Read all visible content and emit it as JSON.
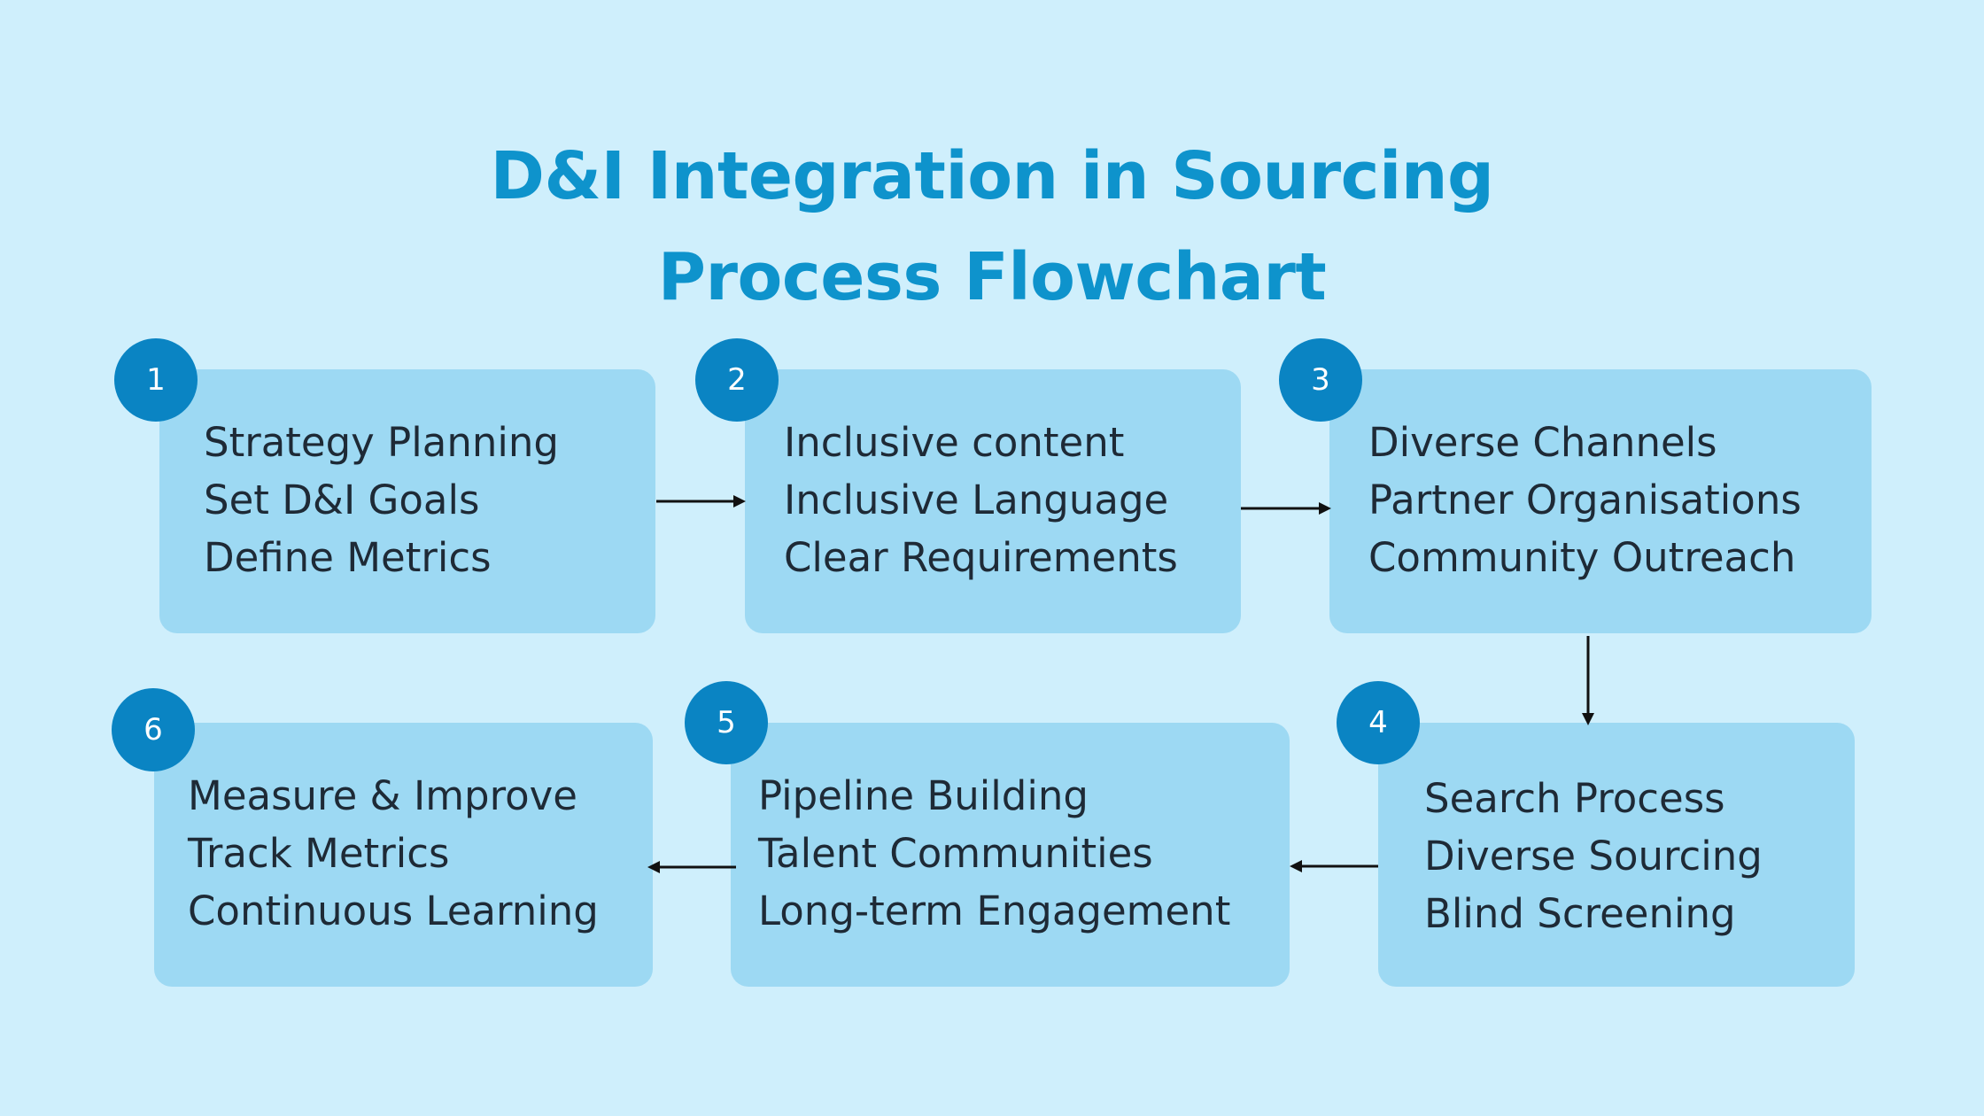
{
  "title": {
    "line1": "D&I Integration in Sourcing",
    "line2": "Process Flowchart"
  },
  "steps": [
    {
      "number": "1",
      "lines": [
        "Strategy Planning",
        "Set D&I Goals",
        "Define Metrics"
      ]
    },
    {
      "number": "2",
      "lines": [
        "Inclusive content",
        "Inclusive Language",
        "Clear Requirements"
      ]
    },
    {
      "number": "3",
      "lines": [
        "Diverse Channels",
        "Partner Organisations",
        "Community Outreach"
      ]
    },
    {
      "number": "4",
      "lines": [
        "Search Process",
        "Diverse Sourcing",
        "Blind Screening"
      ]
    },
    {
      "number": "5",
      "lines": [
        "Pipeline Building",
        "Talent Communities",
        "Long-term Engagement"
      ]
    },
    {
      "number": "6",
      "lines": [
        "Measure & Improve",
        "Track Metrics",
        "Continuous Learning"
      ]
    }
  ],
  "colors": {
    "background": "#cfeffc",
    "title": "#0e93cc",
    "box": "#9dd9f3",
    "badge": "#0a84c3",
    "text": "#1e2a36",
    "arrow": "#111111"
  }
}
